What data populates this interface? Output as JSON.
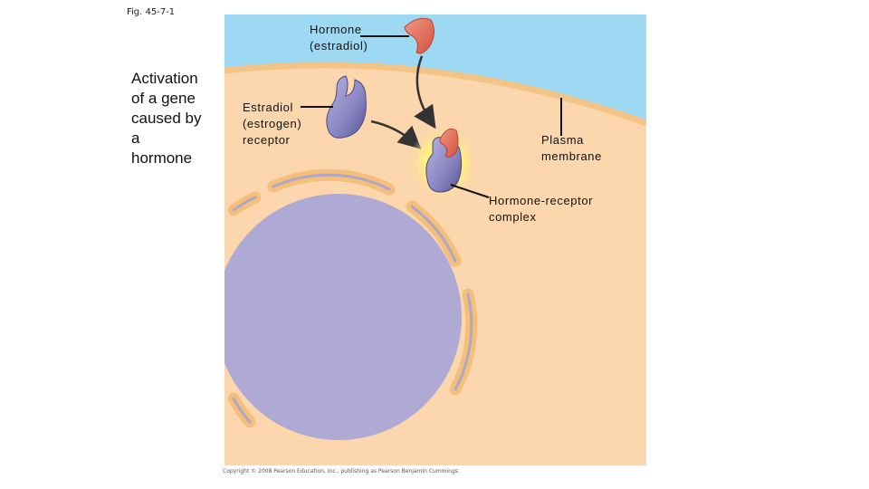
{
  "figure_label": "Fig. 45-7-1",
  "side_caption": [
    "Activation",
    "of a gene",
    "caused by",
    "a",
    "hormone"
  ],
  "labels": {
    "hormone": [
      "Hormone",
      "(estradiol)"
    ],
    "receptor": [
      "Estradiol",
      "(estrogen)",
      "receptor"
    ],
    "plasma_membrane": [
      "Plasma",
      "membrane"
    ],
    "complex": [
      "Hormone-receptor",
      "complex"
    ]
  },
  "copyright": "Copyright © 2008 Pearson Education, Inc., publishing as Pearson Benjamin Cummings.",
  "colors": {
    "extracellular": "#9dd9f3",
    "cytoplasm": "#fcd7ad",
    "membrane": "#f3c486",
    "nucleus": "#aeaad3",
    "nuclear_envelope": "#f3bf7a",
    "hormone": "#e56e5e",
    "receptor": "#8a87c4",
    "glow": "#fff27a"
  }
}
